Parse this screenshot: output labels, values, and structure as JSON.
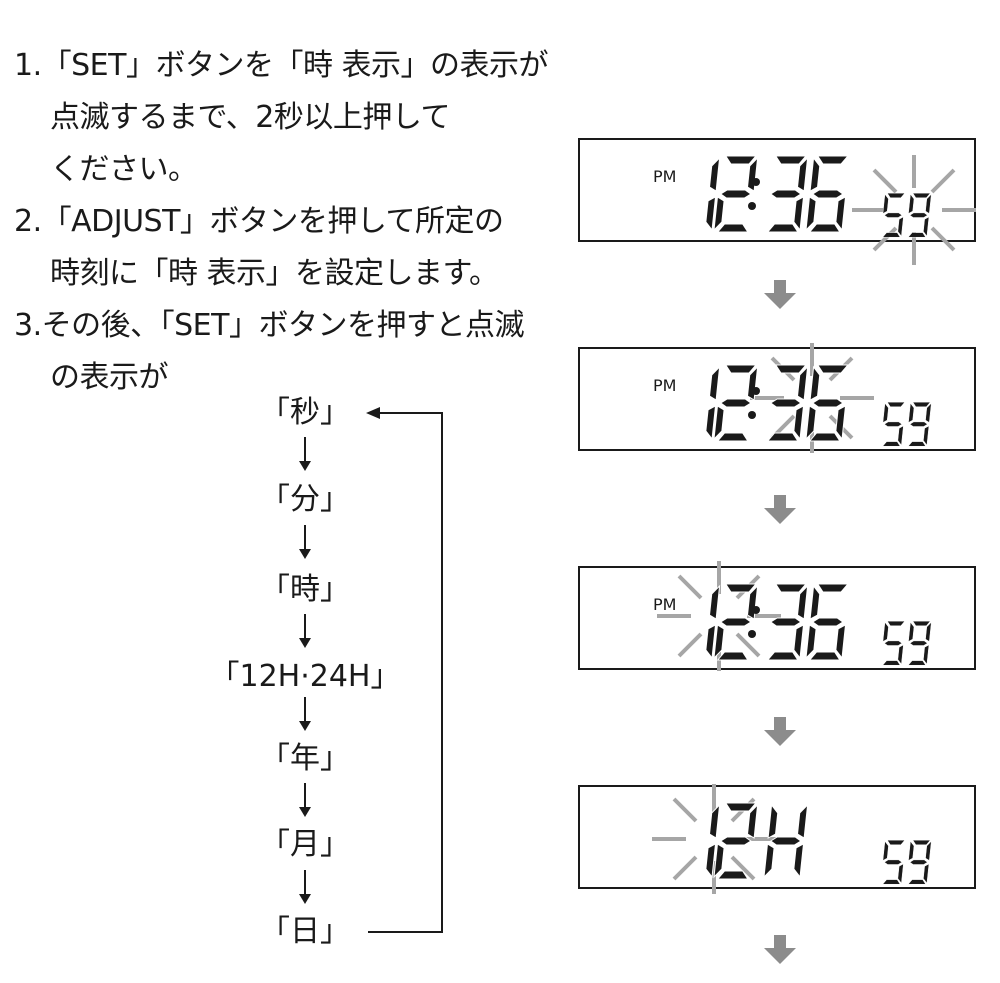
{
  "instructions": {
    "steps": [
      {
        "num": "1.",
        "line1": "「SET」ボタンを「時 表示」の表示が",
        "line2": "点滅するまで、2秒以上押して",
        "line3": "ください。"
      },
      {
        "num": "2.",
        "line1": "「ADJUST」ボタンを押して所定の",
        "line2": "時刻に「時 表示」を設定します。"
      },
      {
        "num": "3.",
        "line1": "その後、「SET」ボタンを押すと点滅",
        "line2": "の表示が"
      }
    ]
  },
  "flow": {
    "items": [
      {
        "label": "「秒」"
      },
      {
        "label": "「分」"
      },
      {
        "label": "「時」"
      },
      {
        "label": "「12H·24H」"
      },
      {
        "label": "「年」"
      },
      {
        "label": "「月」"
      },
      {
        "label": "「日」"
      }
    ],
    "loop_back_to": "「秒」"
  },
  "displays": [
    {
      "indicator": "PM",
      "main": "12:36",
      "seconds": "59",
      "blinking": "seconds"
    },
    {
      "indicator": "PM",
      "main": "12:36",
      "seconds": "59",
      "blinking": "minutes"
    },
    {
      "indicator": "PM",
      "main": "12:36",
      "seconds": "59",
      "blinking": "hours"
    },
    {
      "indicator": "",
      "main": "12H",
      "seconds": "59",
      "blinking": "12h-24h"
    }
  ],
  "colors": {
    "ink": "#1a1a1a",
    "blink_rays": "#a6a6a6",
    "arrow": "#8c8c8c",
    "background": "#ffffff"
  }
}
